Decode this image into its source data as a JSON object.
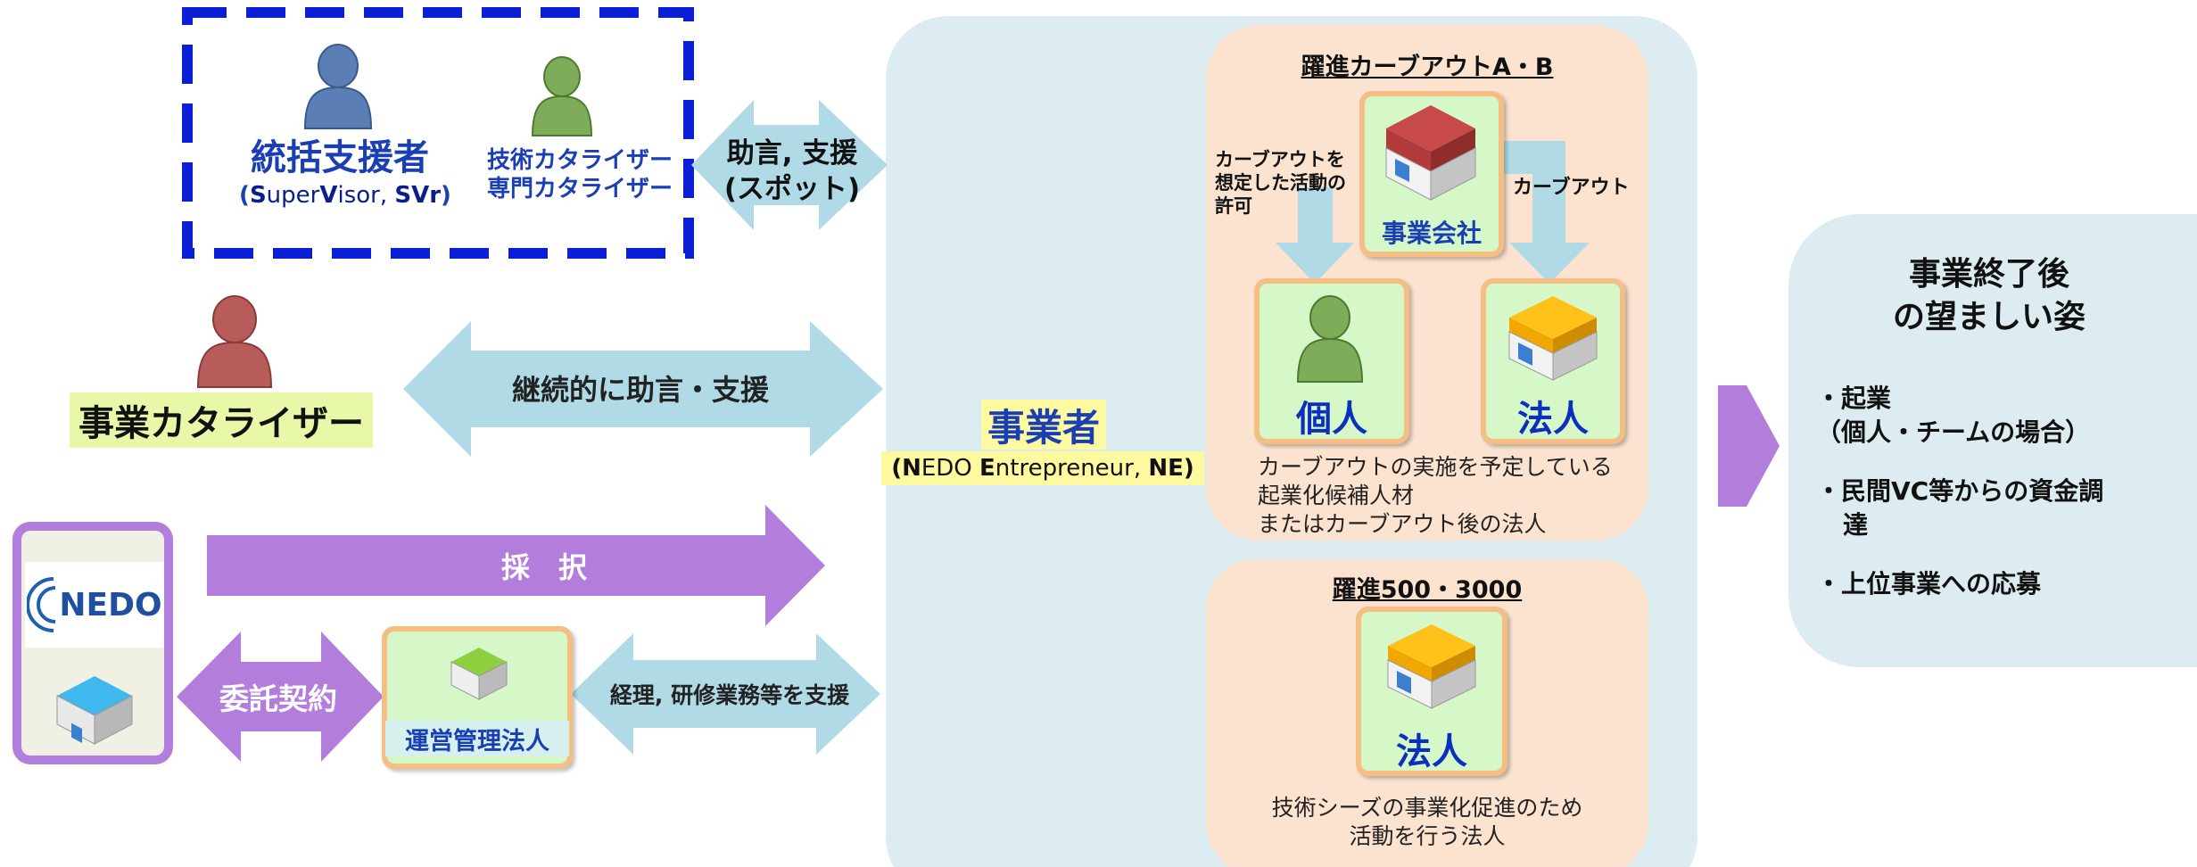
{
  "supervisor": {
    "title": "統括支援者",
    "subtitle_open": "(",
    "subtitle_s_bold": "S",
    "subtitle_s_rest": "uper",
    "subtitle_v_bold": "V",
    "subtitle_v_rest": "isor, ",
    "subtitle_abbr": "SVr",
    "subtitle_close": ")"
  },
  "tech_catalyzer": {
    "line1": "技術カタライザー",
    "line2": "専門カタライザー"
  },
  "spot_support": {
    "line1": "助言, 支援",
    "line2": "(スポット)"
  },
  "business_catalyzer": {
    "label": "事業カタライザー"
  },
  "continuous_support": {
    "label": "継続的に助言・支援"
  },
  "adoption": {
    "label": "採　択"
  },
  "nedo": {
    "logo_text": "NEDO"
  },
  "consignment": {
    "label": "委託契約"
  },
  "management": {
    "label": "運営管理法人"
  },
  "accounting_support": {
    "label": "経理, 研修業務等を支援"
  },
  "entrepreneur": {
    "title": "事業者",
    "sub_open": "(",
    "sub_n_bold": "N",
    "sub_n_rest": "EDO ",
    "sub_e_bold": "E",
    "sub_e_rest": "ntrepreneur, ",
    "sub_abbr": "NE",
    "sub_close": ")"
  },
  "carveout_box": {
    "title": "躍進カーブアウトA・B",
    "company_label": "事業会社",
    "left_arrow_text": [
      "カーブアウトを",
      "想定した活動の",
      "許可"
    ],
    "right_arrow_text": "カーブアウト",
    "individual_label": "個人",
    "corporation_label": "法人",
    "desc": [
      "カーブアウトの実施を予定している",
      "起業化候補人材",
      "またはカーブアウト後の法人"
    ]
  },
  "box500": {
    "title": "躍進500・3000",
    "corporation_label": "法人",
    "desc": [
      "技術シーズの事業化促進のため",
      "活動を行う法人"
    ]
  },
  "after_project": {
    "title_line1": "事業終了後",
    "title_line2": "の望ましい姿",
    "bullet1_line1": "・起業",
    "bullet1_line2": "（個人・チームの場合）",
    "bullet2_line1": "・民間VC等からの資金調",
    "bullet2_line2": "達",
    "bullet3": "・上位事業への応募"
  },
  "colors": {
    "light_blue_panel": "#dcecf1",
    "arrow_blue": "#b0dbe6",
    "arrow_purple": "#b37edb",
    "peach_box": "#fce3d0",
    "tile_green": "#d6f7c8",
    "tile_border": "#f5be85",
    "highlight_green": "#e7f9a8",
    "highlight_yellow": "#fff9a0",
    "navy_text": "#0b1f8c",
    "dashed_border": "#0a1fd6"
  },
  "icons": [
    "person-blue-icon",
    "person-green-icon",
    "person-red-icon",
    "company-building-icon",
    "corporation-building-icon",
    "nedo-building-icon",
    "management-building-icon"
  ]
}
